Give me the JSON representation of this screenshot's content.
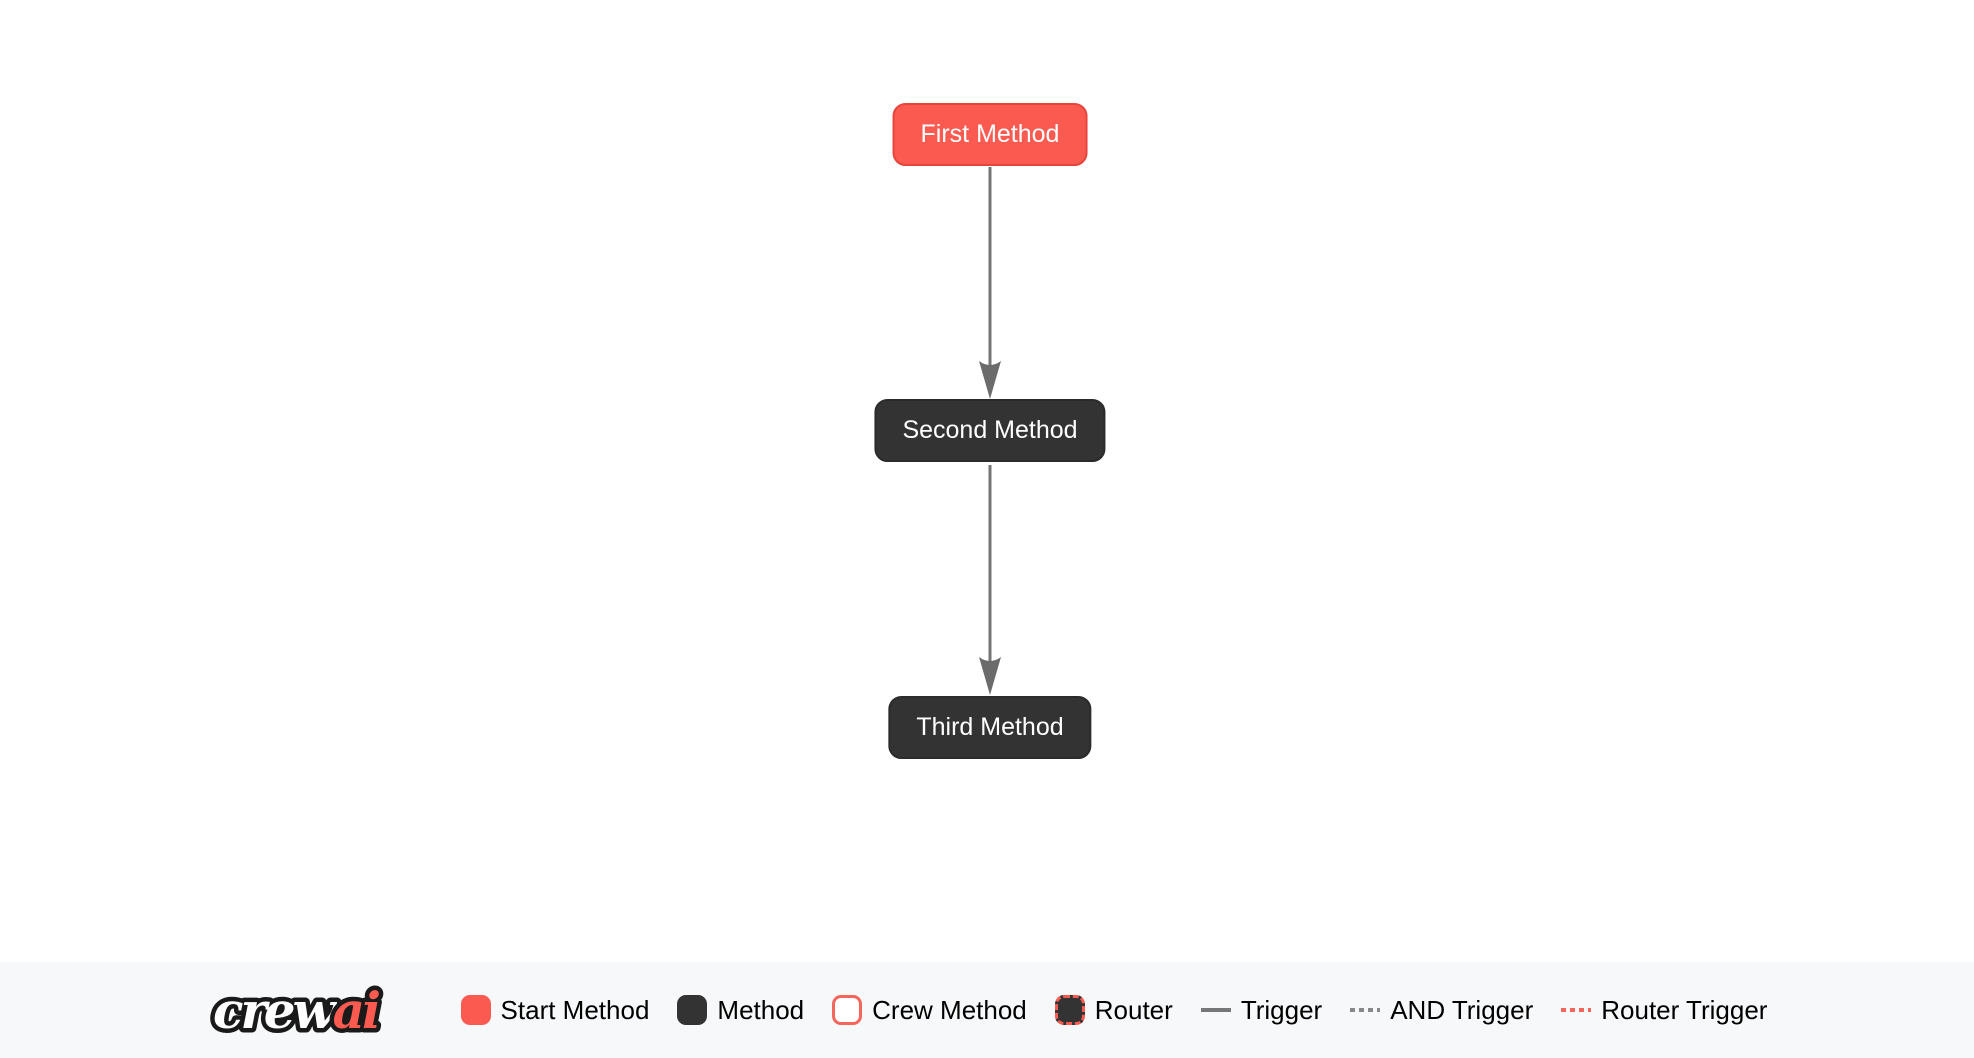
{
  "flow": {
    "nodes": [
      {
        "id": "first_method",
        "label": "First Method",
        "type": "start"
      },
      {
        "id": "second_method",
        "label": "Second Method",
        "type": "method"
      },
      {
        "id": "third_method",
        "label": "Third Method",
        "type": "method"
      }
    ],
    "edges": [
      {
        "from": "first_method",
        "to": "second_method",
        "type": "trigger"
      },
      {
        "from": "second_method",
        "to": "third_method",
        "type": "trigger"
      }
    ]
  },
  "legend": {
    "logo": {
      "text_primary": "crew",
      "text_accent": "ai"
    },
    "items": [
      {
        "label": "Start Method",
        "swatch": "start-method-square"
      },
      {
        "label": "Method",
        "swatch": "method-square"
      },
      {
        "label": "Crew Method",
        "swatch": "crew-method-square"
      },
      {
        "label": "Router",
        "swatch": "router-square"
      },
      {
        "label": "Trigger",
        "swatch": "solid-gray-line"
      },
      {
        "label": "AND Trigger",
        "swatch": "dashed-gray-line"
      },
      {
        "label": "Router Trigger",
        "swatch": "dashed-red-line"
      }
    ]
  },
  "colors": {
    "canvas_bg": "#FFFFFF",
    "start_method_bg": "#FA5A50",
    "start_method_border": "#E8443C",
    "method_bg": "#333333",
    "method_border": "#2B2B2B",
    "node_text": "#FFFFFF",
    "edge": "#757575",
    "arrowhead": "#6B6B6B",
    "crew_method_border": "#F4655C",
    "router_border": "#FA5A50",
    "trigger_line": "#777777",
    "and_trigger_line": "#888888",
    "router_trigger": "#F4655C",
    "legend_bg": "#F7F8F9",
    "legend_text": "#000000",
    "logo_primary": "#FFFFFF",
    "logo_accent": "#FA5A50",
    "logo_outline": "#1A1A1A"
  }
}
